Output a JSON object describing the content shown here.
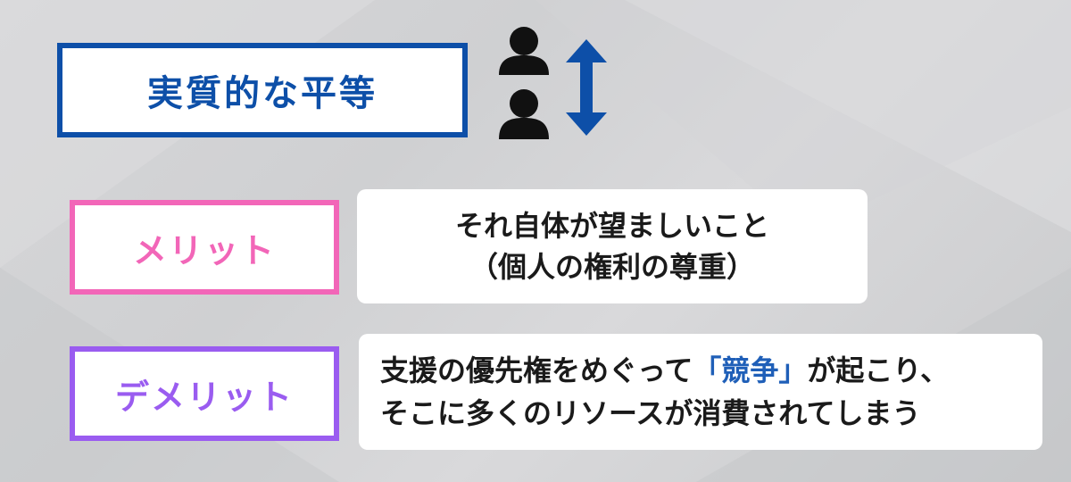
{
  "title": {
    "text": "実質的な平等",
    "color": "#0d4fa8"
  },
  "icons": {
    "person_top": "person-icon",
    "person_bottom": "person-icon",
    "arrow": "double-vertical-arrow-icon",
    "arrow_color": "#0d4fa8"
  },
  "merit": {
    "label": "メリット",
    "color": "#f266b8",
    "line1": "それ自体が望ましいこと",
    "line2": "（個人の権利の尊重）"
  },
  "demerit": {
    "label": "デメリット",
    "color": "#9a5cf0",
    "line1_before": "支援の優先権をめぐって",
    "line1_highlight": "「競争」",
    "line1_after": "が起こり、",
    "line2": "そこに多くのリソースが消費されてしまう",
    "highlight_color": "#1f5fb8"
  }
}
